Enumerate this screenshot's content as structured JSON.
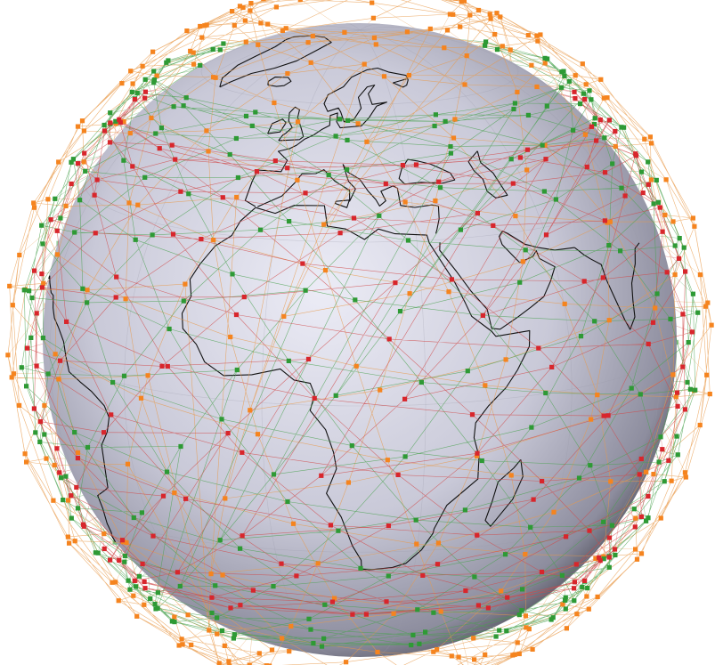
{
  "map": {
    "type": "satellite-constellation-globe",
    "view_center": {
      "lat": 12,
      "lon": 18
    },
    "colors": {
      "background": "#ffffff",
      "globe_light": "#ececf6",
      "globe_mid": "#a9a9ba",
      "globe_dark": "#1f1f24",
      "coastline": "#111111",
      "graticule": "#9a9aaa"
    },
    "shells": [
      {
        "id": "shell-orange",
        "color": "#f5841f",
        "link_color": "#e89a4a",
        "altitude_ratio": 1.12,
        "inclination_deg": 72,
        "planes": 18,
        "sats_per_plane": 22
      },
      {
        "id": "shell-green",
        "color": "#2e9a35",
        "link_color": "#4aa24f",
        "altitude_ratio": 1.07,
        "inclination_deg": 53,
        "planes": 18,
        "sats_per_plane": 20
      },
      {
        "id": "shell-red",
        "color": "#d8262c",
        "link_color": "#d04a4a",
        "altitude_ratio": 1.05,
        "inclination_deg": 44,
        "planes": 15,
        "sats_per_plane": 18
      }
    ]
  }
}
